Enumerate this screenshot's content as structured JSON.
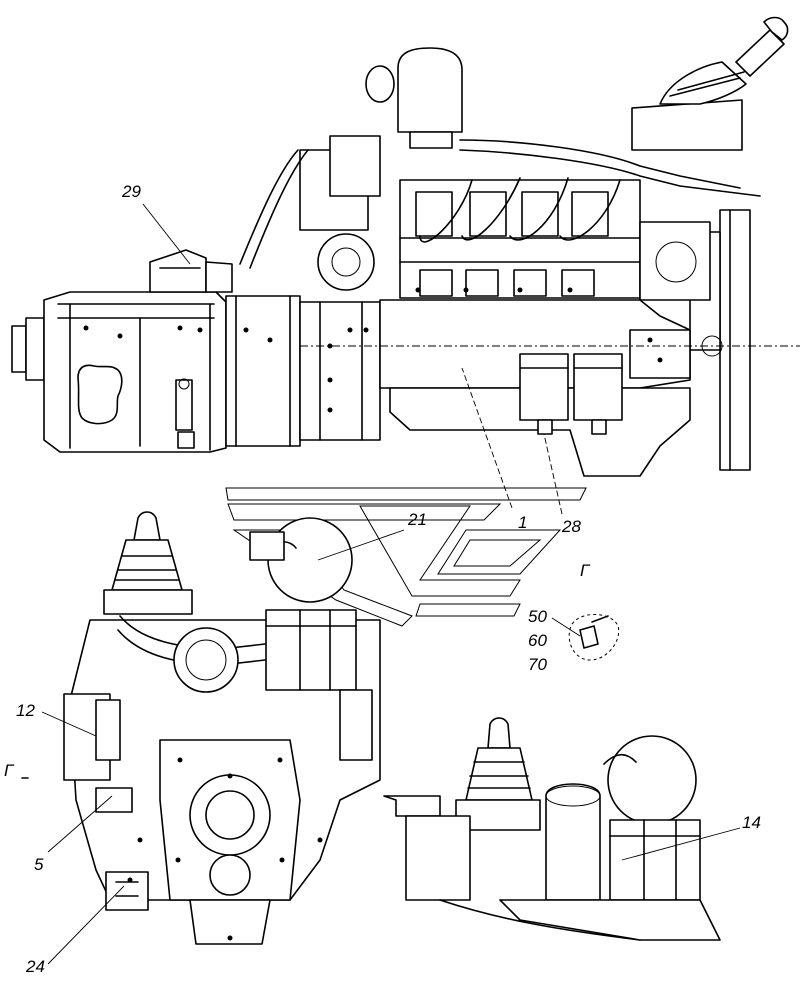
{
  "diagram": {
    "callouts": {
      "c29": "29",
      "c21": "21",
      "c1": "1",
      "c28": "28",
      "view_label_top": "Г",
      "c50": "50",
      "c60": "60",
      "c70": "70",
      "c12": "12",
      "view_label_left": "Г",
      "c5": "5",
      "c14": "14",
      "c24": "24"
    }
  }
}
